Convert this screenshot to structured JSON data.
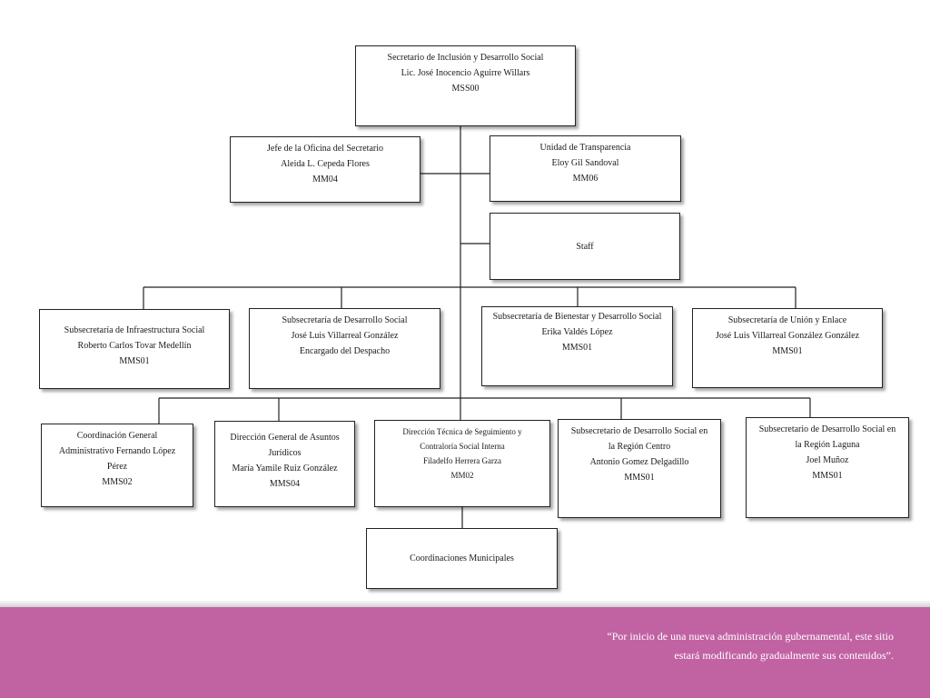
{
  "org_chart": {
    "secretario": [
      "Secretario de Inclusión y Desarrollo Social",
      "Lic. José Inocencio Aguirre Willars",
      "MSS00"
    ],
    "jefe_oficina": [
      "Jefe de la Oficina del Secretario",
      "Aleida L. Cepeda Flores",
      "MM04"
    ],
    "transparencia": [
      "Unidad de Transparencia",
      "Eloy Gil Sandoval",
      "MM06"
    ],
    "staff": [
      "Staff"
    ],
    "sub_infraestructura": [
      "Subsecretaría de Infraestructura Social",
      "Roberto Carlos Tovar Medellín",
      "MMS01"
    ],
    "sub_desarrollo": [
      "Subsecretaría de Desarrollo Social",
      "José Luis Villarreal González",
      "Encargado del Despacho"
    ],
    "sub_bienestar": [
      "Subsecretaría de Bienestar y Desarrollo Social",
      "Erika Valdés López",
      "MMS01"
    ],
    "sub_union": [
      "Subsecretaría de Unión y Enlace",
      "José Luis Villarreal González González",
      "MMS01"
    ],
    "coord_admin": [
      "Coordinación General",
      "Administrativo Fernando López",
      "Pérez",
      "MMS02"
    ],
    "dir_juridicos": [
      "Dirección General de Asuntos",
      "Jurídicos",
      "María Yamile Ruiz González",
      "MMS04"
    ],
    "dir_tecnica": [
      "Dirección Técnica  de Seguimiento y",
      "Contraloría Social Interna",
      "Filadelfo Herrera Garza",
      "MM02"
    ],
    "sub_centro": [
      "Subsecretario de Desarrollo Social en",
      "la Región Centro",
      "Antonio Gomez Delgadillo",
      "MMS01"
    ],
    "sub_laguna": [
      "Subsecretario de Desarrollo Social en",
      "la Región Laguna",
      "Joel Muñoz",
      "MMS01"
    ],
    "coord_municipales": [
      "Coordinaciones Municipales"
    ]
  },
  "footer": {
    "line1": "“Por inicio de una nueva administración gubernamental, este sitio",
    "line2": "estará modificando gradualmente sus contenidos”."
  },
  "colors": {
    "footer_bg": "#c162a3",
    "line": "#222222"
  }
}
